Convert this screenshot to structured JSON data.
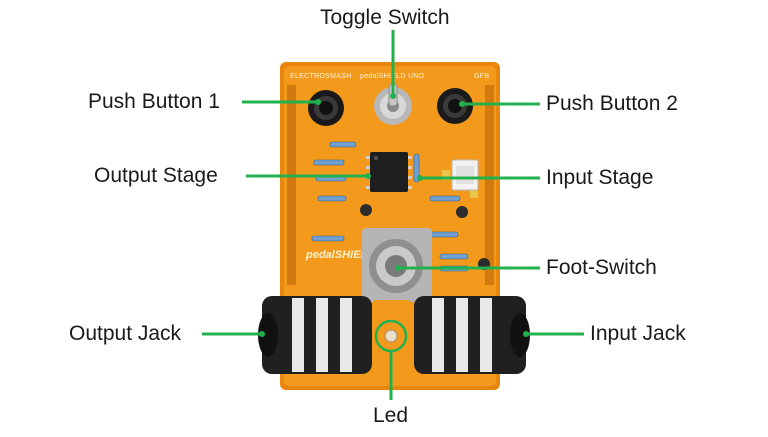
{
  "colors": {
    "background": "#ffffff",
    "pcb": "#f39a1c",
    "pcb_edge": "#e07f10",
    "leader": "#22b14c",
    "text": "#1a1a1a"
  },
  "board": {
    "brand": "ELECTROSMASH",
    "model": "pedalSHIELD UNO",
    "corner": "GFB",
    "logo": "pedalSHIELD"
  },
  "callouts": {
    "toggle_switch": "Toggle Switch",
    "push_button_1": "Push Button 1",
    "push_button_2": "Push Button 2",
    "output_stage": "Output Stage",
    "input_stage": "Input Stage",
    "foot_switch": "Foot-Switch",
    "output_jack": "Output Jack",
    "input_jack": "Input Jack",
    "led": "Led"
  }
}
